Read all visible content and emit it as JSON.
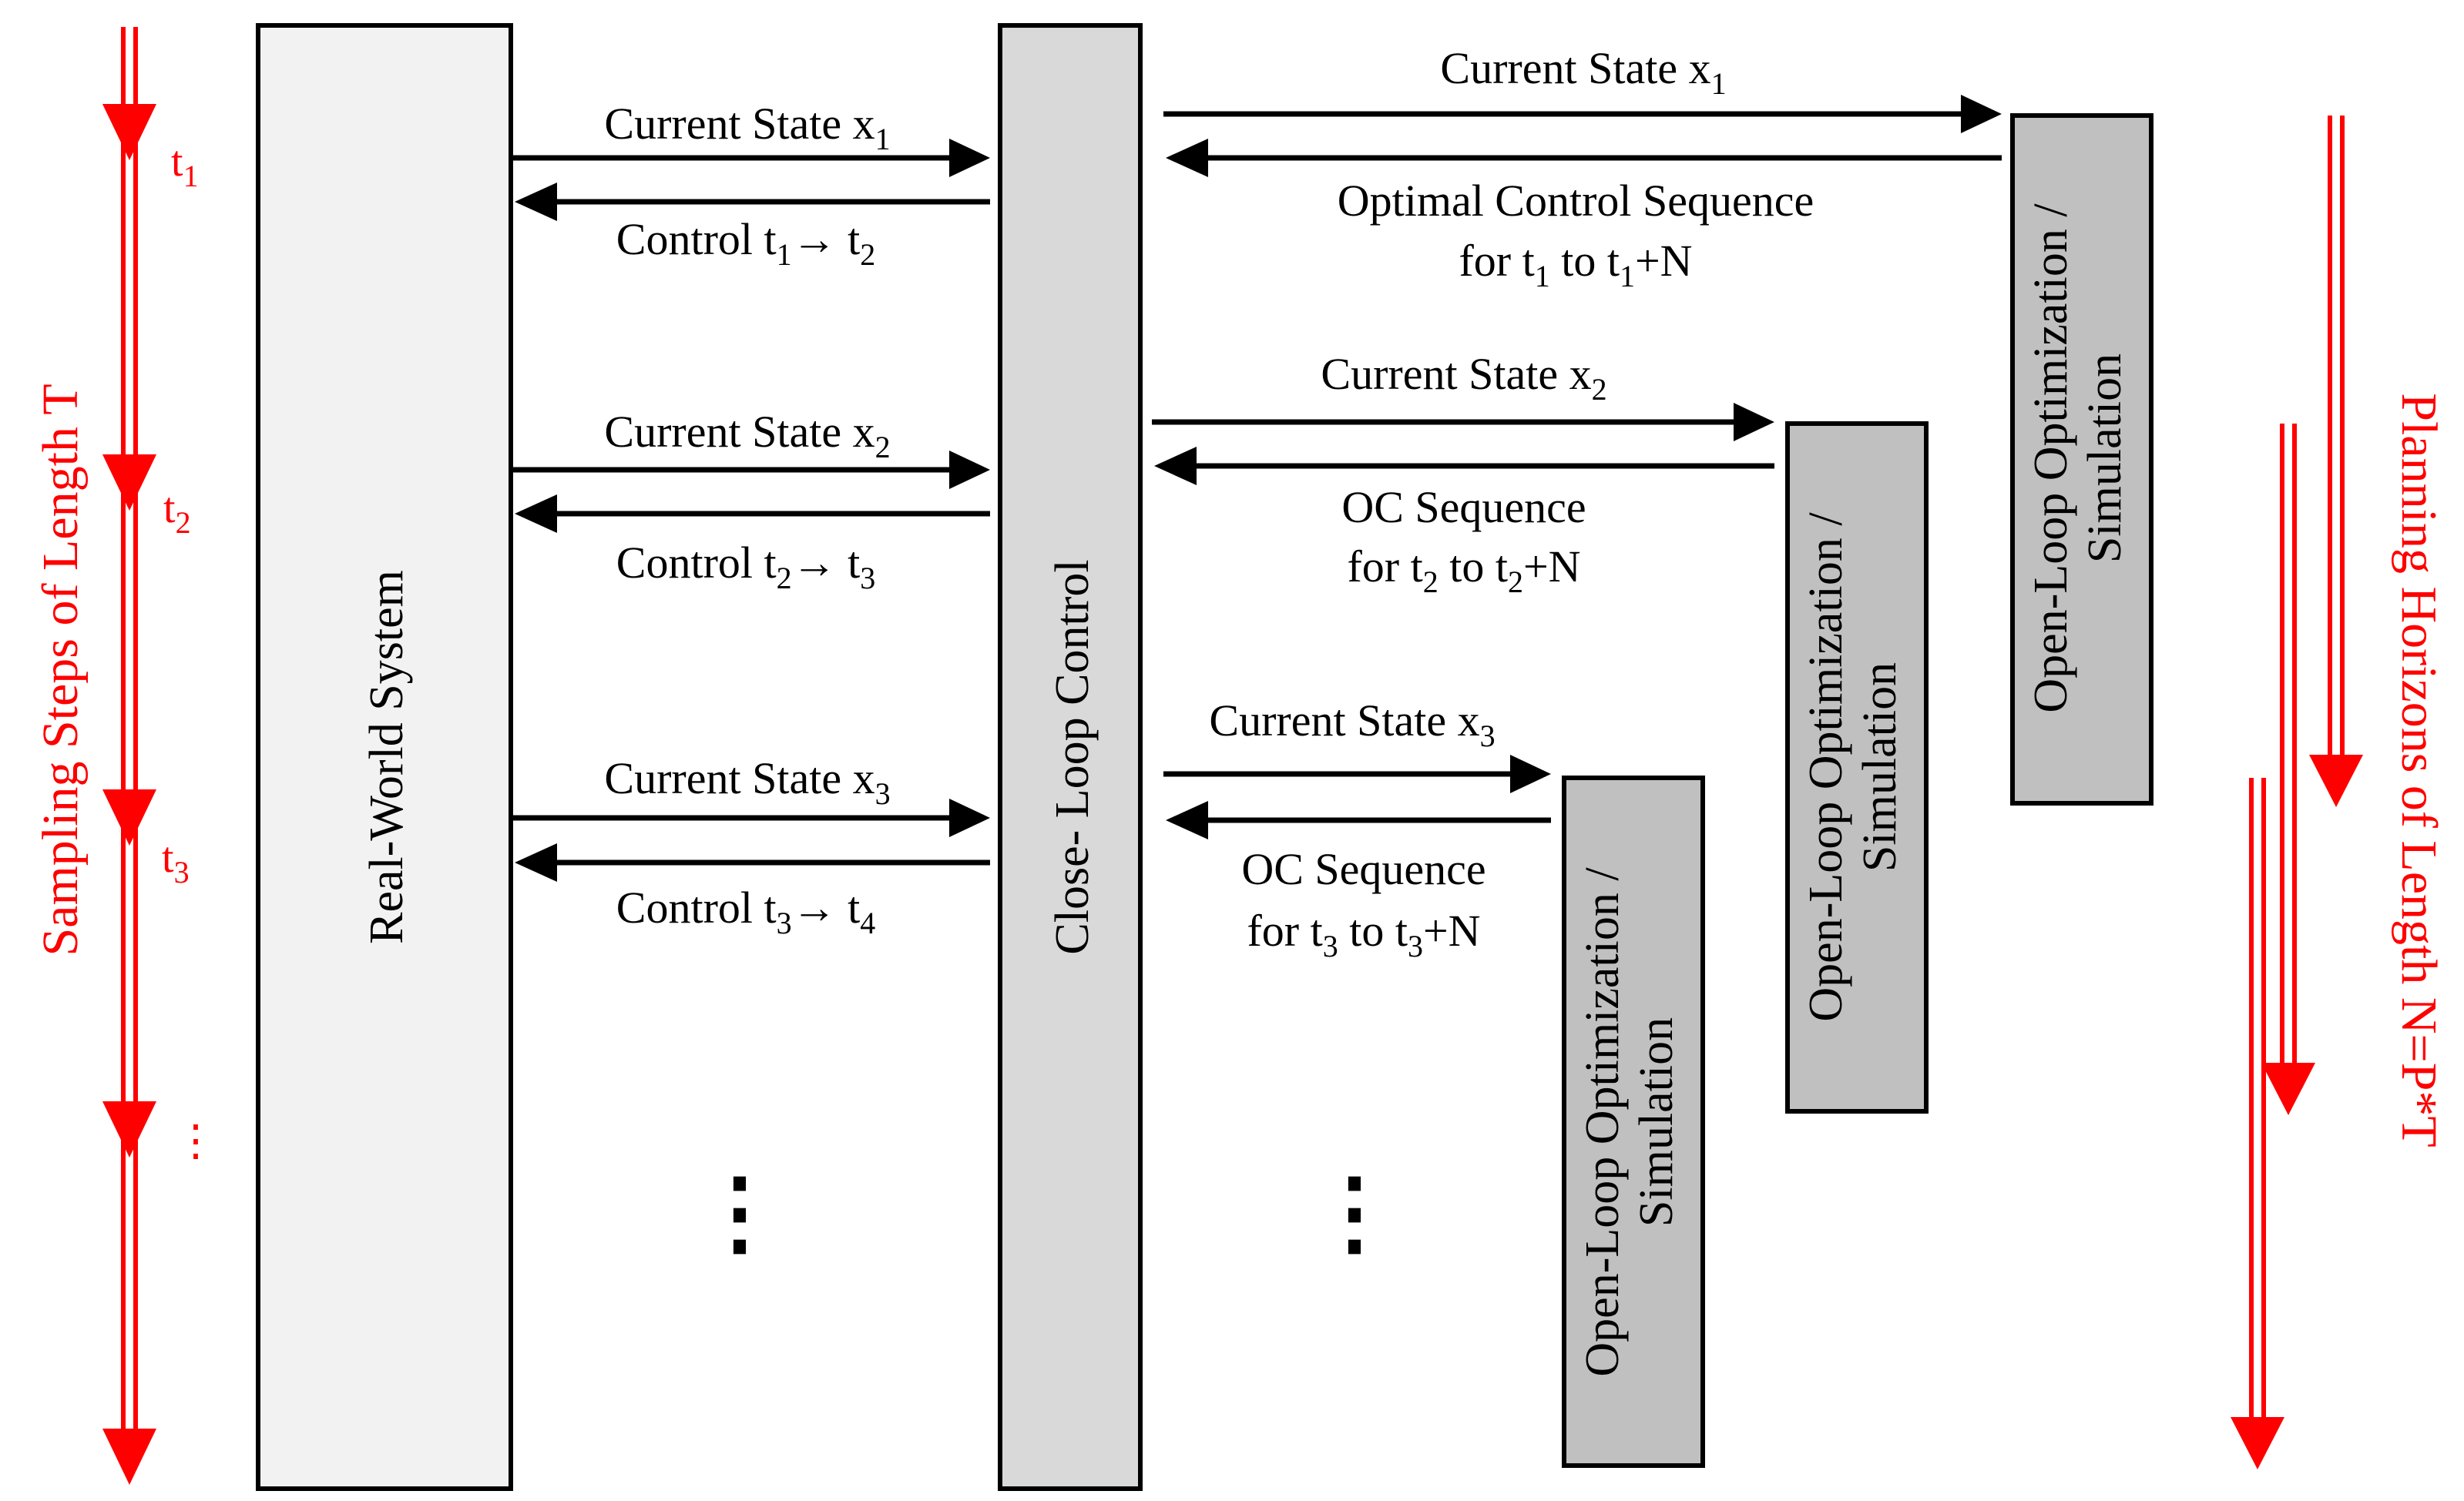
{
  "colors": {
    "accent_red": "#ff0000",
    "real_world_fill": "#f2f2f2",
    "closed_loop_fill": "#d9d9d9",
    "open_loop_fill": "#c0c0c0",
    "stroke": "#000000"
  },
  "left_axis": {
    "label": "Sampling Steps of Length T",
    "ticks": [
      {
        "base": "t",
        "sub": "1"
      },
      {
        "base": "t",
        "sub": "2"
      },
      {
        "base": "t",
        "sub": "3"
      },
      {
        "base": "⋮",
        "sub": ""
      }
    ]
  },
  "right_axis": {
    "label": "Planning Horizons of Length N=P*T"
  },
  "blocks": {
    "real_world": "Real-World System",
    "closed_loop": "Close- Loop Control",
    "open_loop_line1": "Open-Loop Optimization /",
    "open_loop_line2": "Simulation"
  },
  "left_exchanges": [
    {
      "state_text": "Current State x",
      "state_sub": "1",
      "control_text": "Control t",
      "control_sub1": "1",
      "control_arrow": "→ t",
      "control_sub2": "2"
    },
    {
      "state_text": "Current State x",
      "state_sub": "2",
      "control_text": "Control t",
      "control_sub1": "2",
      "control_arrow": "→ t",
      "control_sub2": "3"
    },
    {
      "state_text": "Current State x",
      "state_sub": "3",
      "control_text": "Control t",
      "control_sub1": "3",
      "control_arrow": "→ t",
      "control_sub2": "4"
    }
  ],
  "right_exchanges": [
    {
      "state_text": "Current State x",
      "state_sub": "1",
      "seq_line1": "Optimal Control Sequence",
      "seq_for": "for t",
      "seq_sub1": "1",
      "seq_to": " to t",
      "seq_sub2": "1",
      "seq_end": "+N"
    },
    {
      "state_text": "Current State x",
      "state_sub": "2",
      "seq_line1": "OC Sequence",
      "seq_for": "for t",
      "seq_sub1": "2",
      "seq_to": " to t",
      "seq_sub2": "2",
      "seq_end": "+N"
    },
    {
      "state_text": "Current State x",
      "state_sub": "3",
      "seq_line1": "OC Sequence",
      "seq_for": "for t",
      "seq_sub1": "3",
      "seq_to": " to t",
      "seq_sub2": "3",
      "seq_end": "+N"
    }
  ],
  "ellipsis": "⋮"
}
